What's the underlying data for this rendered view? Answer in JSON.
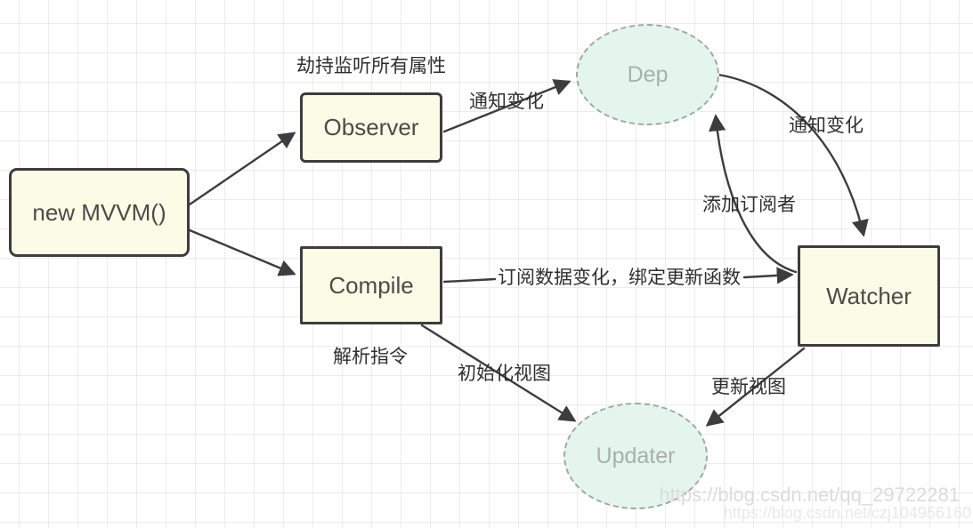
{
  "diagram": {
    "title_hint": "MVVM data-binding flow diagram",
    "nodes": {
      "mvvm": {
        "label": "new MVVM()"
      },
      "observer": {
        "label": "Observer"
      },
      "compile": {
        "label": "Compile"
      },
      "watcher": {
        "label": "Watcher"
      },
      "dep": {
        "label": "Dep"
      },
      "updater": {
        "label": "Updater"
      }
    },
    "edge_labels": {
      "hijack_listen_all_props": "劫持监听所有属性",
      "notify_change_to_dep": "通知变化",
      "notify_change_to_watcher": "通知变化",
      "add_subscriber": "添加订阅者",
      "subscribe_bind_update_fn": "订阅数据变化，绑定更新函数",
      "parse_directives": "解析指令",
      "init_view": "初始化视图",
      "update_view": "更新视图"
    },
    "watermark": {
      "line1": "https://blog.csdn.net/qq_29722281",
      "line2": "https://blog.csdn.net/czj104956160"
    },
    "colors": {
      "node_fill": "#fcfce6",
      "node_border": "#3d3d3d",
      "ellipse_fill": "#e4f6eb",
      "ellipse_border": "#a0a8a6",
      "ellipse_text": "#a8b0ae",
      "edge_stroke": "#3d3d3d",
      "label_text": "#2f2f2f",
      "grid_line": "#ececec",
      "watermark_line1": "#dcdcdc",
      "watermark_line2": "#e9e9e9"
    }
  }
}
